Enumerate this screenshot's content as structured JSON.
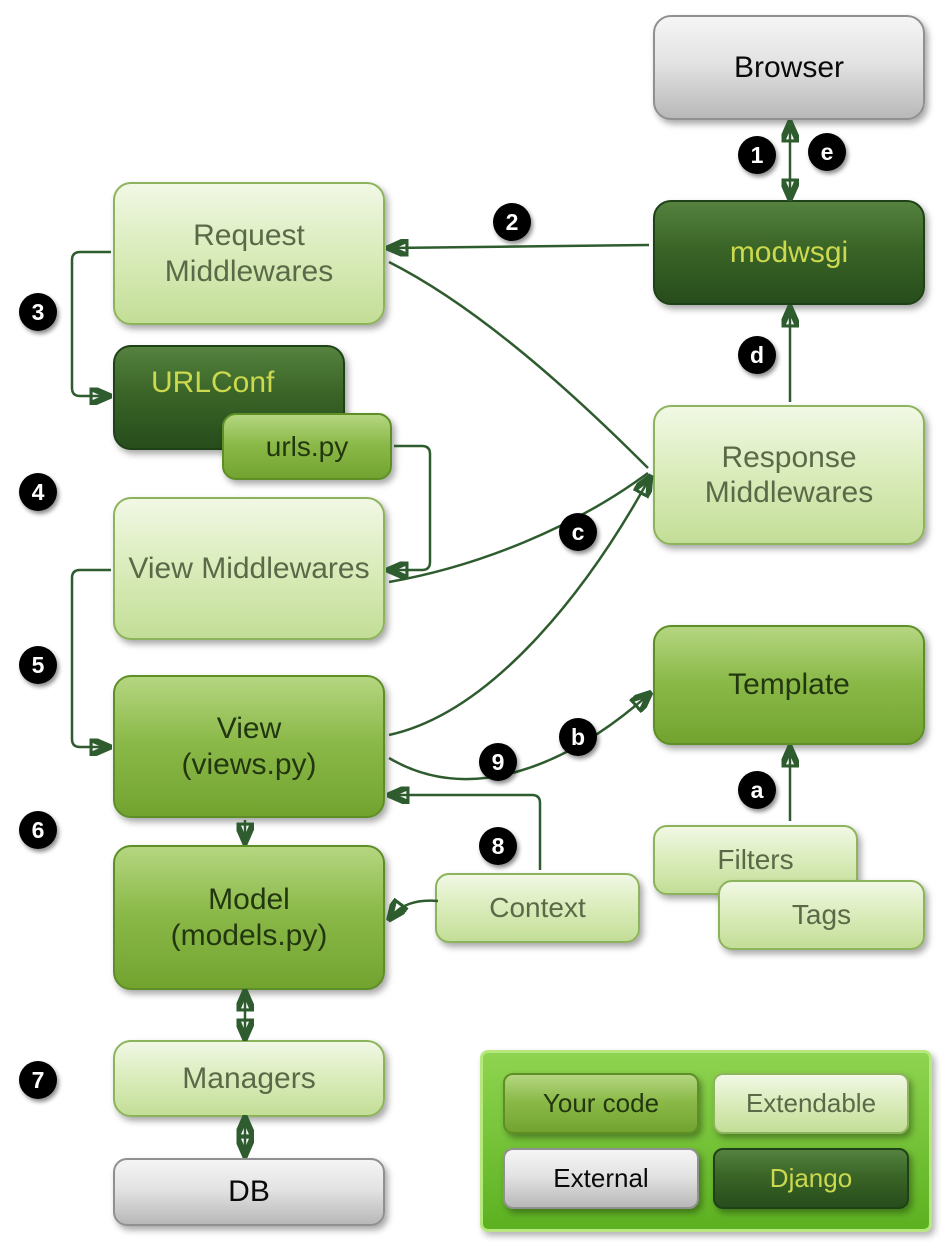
{
  "diagram": {
    "nodes": {
      "browser": {
        "label": "Browser"
      },
      "modwsgi": {
        "label": "modwsgi"
      },
      "request_middlewares": {
        "label": "Request Middlewares"
      },
      "urlconf": {
        "label": "URLConf"
      },
      "urls_py": {
        "label": "urls.py"
      },
      "view_middlewares": {
        "label": "View Middlewares"
      },
      "view": {
        "label": "View",
        "sublabel": "(views.py)"
      },
      "model": {
        "label": "Model",
        "sublabel": "(models.py)"
      },
      "managers": {
        "label": "Managers"
      },
      "db": {
        "label": "DB"
      },
      "response_middlewares": {
        "label": "Response Middlewares"
      },
      "template": {
        "label": "Template"
      },
      "filters": {
        "label": "Filters"
      },
      "tags": {
        "label": "Tags"
      },
      "context": {
        "label": "Context"
      }
    },
    "badges": {
      "1": "1",
      "2": "2",
      "3": "3",
      "4": "4",
      "5": "5",
      "6": "6",
      "7": "7",
      "8": "8",
      "9": "9",
      "a": "a",
      "b": "b",
      "c": "c",
      "d": "d",
      "e": "e"
    },
    "legend": {
      "your_code": "Your code",
      "extendable": "Extendable",
      "external": "External",
      "django": "Django"
    },
    "colors": {
      "arrow": "#2e5c2e",
      "badge_bg": "#000000",
      "badge_text": "#ffffff",
      "light_box": "#dcedbe",
      "mid_box": "#8cba4a",
      "dark_box": "#3a6527",
      "gray_box": "#e3e3e3",
      "legend_bg": "#6fc133"
    }
  }
}
